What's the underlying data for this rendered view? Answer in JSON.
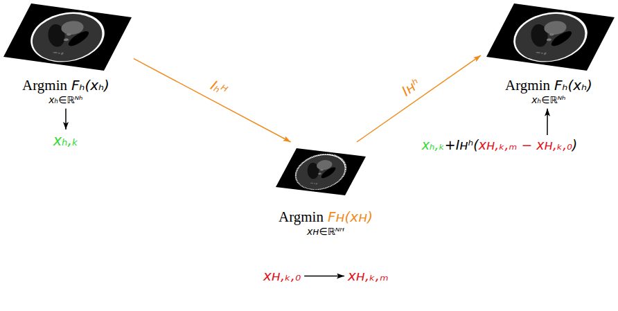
{
  "diagram": {
    "nodes": [
      {
        "text": [
          "Argmin",
          "Fₕ(xₕ)",
          "xₕ∈ℝᴺʰ"
        ]
      },
      {
        "text": [
          "xₕ,ₖ"
        ]
      },
      {
        "text": [
          "Argmin",
          "Fʜ(xʜ)",
          "xʜ∈ℝᴺᴴ"
        ]
      },
      {
        "text": [
          "xʜ,ₖ,₀"
        ]
      },
      {
        "text": [
          "xʜ,ₖ,ₘ"
        ]
      },
      {
        "text": [
          "Argmin",
          "Fₕ(xₕ)",
          "xₕ∈ℝᴺʰ"
        ]
      },
      {
        "text": [
          "xₕ,ₖ",
          "+Iʜʰ(",
          "xʜ,ₖ,ₘ − xʜ,ₖ,₀",
          ")"
        ]
      }
    ],
    "edges": [
      {
        "from": 0,
        "to": 1,
        "arrow": "to"
      },
      {
        "from": 0,
        "to": 2,
        "label": "Iₕᴴ",
        "arrow": "to"
      },
      {
        "from": 2,
        "to": 5,
        "label": "Iʜʰ",
        "arrow": "to"
      },
      {
        "from": 3,
        "to": 4,
        "arrow": "to"
      },
      {
        "from": 6,
        "to": 5,
        "arrow": "to"
      }
    ]
  }
}
